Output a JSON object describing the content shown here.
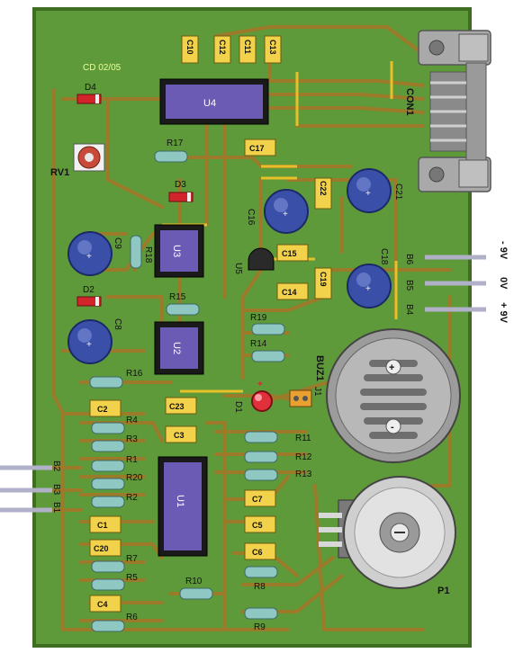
{
  "board": {
    "code": "CD 02/05",
    "colors": {
      "board": "#5f9a3a",
      "edge": "#3f6e22",
      "track": "#9b7a2a",
      "ic": "#6b5bb5",
      "cap": "#f2d24a",
      "elco": "#3a4fa8",
      "resistor": "#8fc7c2"
    }
  },
  "connector": {
    "label": "CON1"
  },
  "power": {
    "minus": "- 9V",
    "zero": "0V",
    "plus": "+ 9V",
    "pads": [
      "B6",
      "B5",
      "B4"
    ]
  },
  "inputs": {
    "pads": [
      "B2",
      "B3",
      "B1"
    ]
  },
  "ics": {
    "u4": "U4",
    "u3": "U3",
    "u2": "U2",
    "u1": "U1",
    "u5": "U5"
  },
  "caps": {
    "c10": "C10",
    "c12": "C12",
    "c11": "C11",
    "c13": "C13",
    "c17": "C17",
    "c22": "C22",
    "c15": "C15",
    "c14": "C14",
    "c19": "C19",
    "c23": "C23",
    "c2": "C2",
    "c3": "C3",
    "c1": "C1",
    "c20": "C20",
    "c4": "C4",
    "c7": "C7",
    "c5": "C5",
    "c6": "C6"
  },
  "elcos": {
    "c16": "C16",
    "c21": "C21",
    "c18": "C18",
    "c9": "C9",
    "c8": "C8"
  },
  "resistors": {
    "r17": "R17",
    "r18": "R18",
    "r15": "R15",
    "r19": "R19",
    "r14": "R14",
    "r16": "R16",
    "r4": "R4",
    "r3": "R3",
    "r1": "R1",
    "r20": "R20",
    "r2": "R2",
    "r7": "R7",
    "r5": "R5",
    "r6": "R6",
    "r11": "R11",
    "r12": "R12",
    "r13": "R13",
    "r10": "R10",
    "r8": "R8",
    "r9": "R9"
  },
  "diodes": {
    "d4": "D4",
    "d3": "D3",
    "d2": "D2"
  },
  "misc": {
    "rv1": "RV1",
    "buz1": "BUZ1",
    "j1": "J1",
    "d1": "D1",
    "p1": "P1",
    "plus": "+"
  }
}
